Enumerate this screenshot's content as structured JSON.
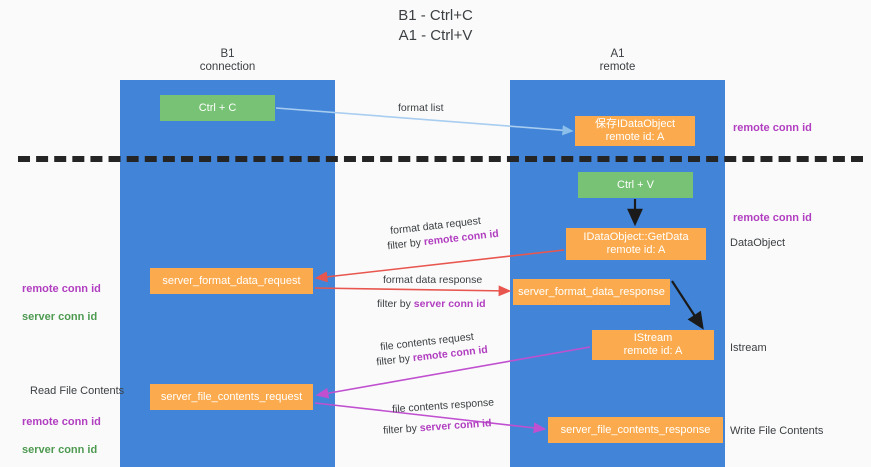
{
  "title": "B1 - Ctrl+C\nA1 - Ctrl+V",
  "lanes": [
    {
      "id": "b1",
      "title": "B1\nconnection",
      "color": "#4285d8"
    },
    {
      "id": "a1",
      "title": "A1\nremote",
      "color": "#4285d8"
    }
  ],
  "nodes": {
    "ctrl_c": {
      "line1": "Ctrl + C",
      "line2": "",
      "color": "#77c275"
    },
    "save_idataobject": {
      "line1": "保存IDataObject",
      "line2": "remote id: A",
      "color": "#fbab4e"
    },
    "ctrl_v": {
      "line1": "Ctrl + V",
      "line2": "",
      "color": "#77c275"
    },
    "getdata": {
      "line1": "IDataObject::GetData",
      "line2": "remote id: A",
      "color": "#fbab4e"
    },
    "server_format_data_request": {
      "line1": "server_format_data_request",
      "line2": "",
      "color": "#fbab4e"
    },
    "server_format_data_response": {
      "line1": "server_format_data_response",
      "line2": "",
      "color": "#fbab4e"
    },
    "istream": {
      "line1": "IStream",
      "line2": "remote id: A",
      "color": "#fbab4e"
    },
    "server_file_contents_request": {
      "line1": "server_file_contents_request",
      "line2": "",
      "color": "#fbab4e"
    },
    "server_file_contents_response": {
      "line1": "server_file_contents_response",
      "line2": "",
      "color": "#fbab4e"
    }
  },
  "edge_labels": {
    "format_list": "format list",
    "format_data_request": "format data request",
    "format_data_request_filter_prefix": "filter by ",
    "format_data_request_filter_key": "remote conn id",
    "format_data_response": "format data response",
    "format_data_response_filter_prefix": "filter by ",
    "format_data_response_filter_key": "server conn id",
    "file_contents_request": "file contents request",
    "file_contents_request_filter_prefix": "filter by ",
    "file_contents_request_filter_key": "remote conn id",
    "file_contents_response": "file contents response",
    "file_contents_response_filter_prefix": "filter by ",
    "file_contents_response_filter_key": "server conn id"
  },
  "annotations": {
    "right_remote_conn_id_top": "remote conn id",
    "right_remote_conn_id_mid": "remote conn id",
    "right_dataobject": "DataObject",
    "right_istream": "Istream",
    "right_write_file_contents": "Write File Contents",
    "left_remote_conn_id_top": "remote conn id",
    "left_server_conn_id_top": "server conn id",
    "left_read_file_contents": "Read File Contents",
    "left_remote_conn_id_bottom": "remote conn id",
    "left_server_conn_id_bottom": "server conn id"
  },
  "colors": {
    "lane": "#4285d8",
    "green_node": "#77c275",
    "orange_node": "#fbab4e",
    "purple_text": "#b13ec0",
    "green_text": "#4e9a51",
    "red_arrow": "#e8564f",
    "magenta_arrow": "#c councils",
    "light_blue_arrow": "#a8cdf0",
    "black_arrow": "#1a1a1a",
    "background": "#fafafa"
  }
}
